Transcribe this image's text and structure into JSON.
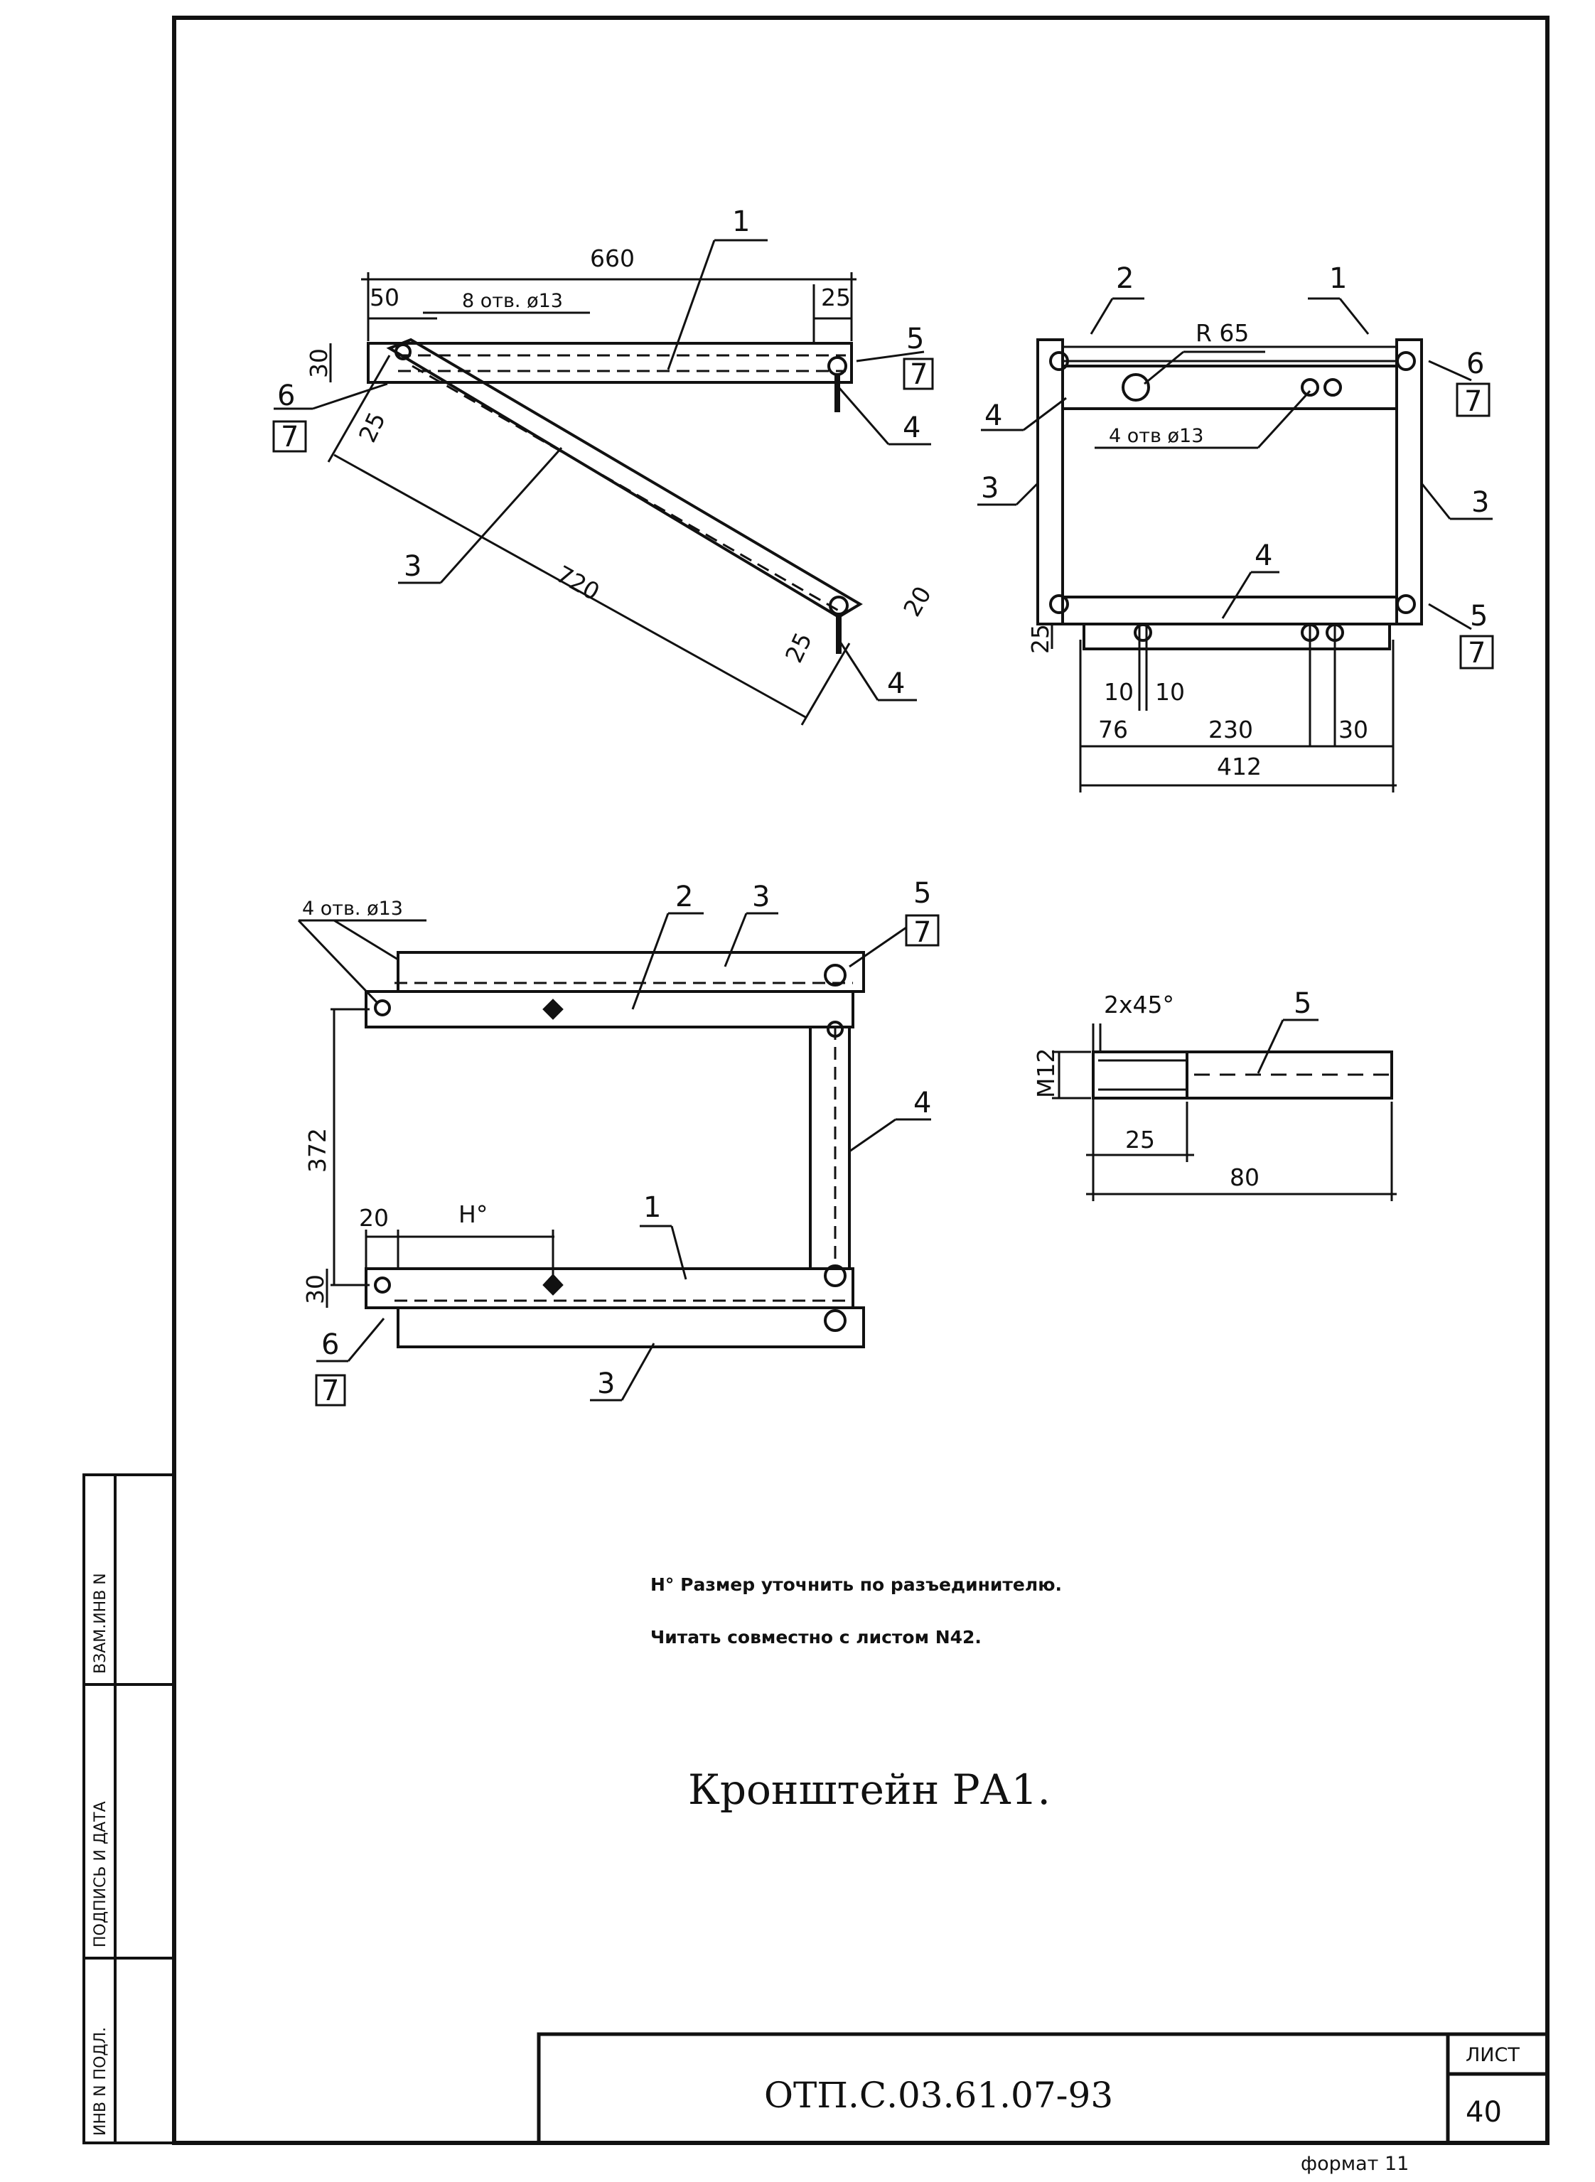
{
  "notes": {
    "line1": "H° Размер уточнить по разъединителю.",
    "line2": "Читать совместно с листом N42."
  },
  "title": "Кронштейн РА1.",
  "stamp": {
    "code": "ОТП.С.03.61.07-93",
    "sheet_label": "ЛИСТ",
    "sheet_number": "40"
  },
  "format_label": "формат 11",
  "side_stamp": {
    "field1": "ИНВ N ПОДЛ.",
    "field2": "ПОДПИСЬ И ДАТА",
    "field3": "ВЗАМ.ИНВ N"
  },
  "view_side": {
    "dims": {
      "overall": "660",
      "left": "50",
      "right": "25",
      "height": "30",
      "off": "25",
      "diag": "720",
      "end": "25",
      "tip": "20"
    },
    "holes": "8 отв. ø13",
    "positions": {
      "p1": "1",
      "p3": "3",
      "p4": "4",
      "p5": "5",
      "p5s": "7",
      "p6": "6",
      "p6s": "7"
    }
  },
  "view_end": {
    "dims": {
      "overall": "412",
      "a": "76",
      "b": "230",
      "c": "30",
      "d1": "10",
      "d2": "10",
      "h": "25"
    },
    "radius": "R 65",
    "holes": "4 отв ø13",
    "positions": {
      "p1": "1",
      "p2": "2",
      "p3l": "3",
      "p3r": "3",
      "p4l": "4",
      "p4b": "4",
      "p5": "5",
      "p5s": "7",
      "p6": "6",
      "p6s": "7"
    }
  },
  "view_plan": {
    "dims": {
      "height": "372",
      "left": "20",
      "hvar": "H°",
      "thick": "30"
    },
    "holes": "4 отв. ø13",
    "positions": {
      "p1": "1",
      "p2": "2",
      "p3t": "3",
      "p3b": "3",
      "p4": "4",
      "p5": "5",
      "p5s": "7",
      "p6": "6",
      "p6s": "7"
    }
  },
  "view_bolt": {
    "dims": {
      "chamfer": "2x45°",
      "thread": "M12",
      "thread_len": "25",
      "length": "80"
    },
    "position": "5"
  }
}
